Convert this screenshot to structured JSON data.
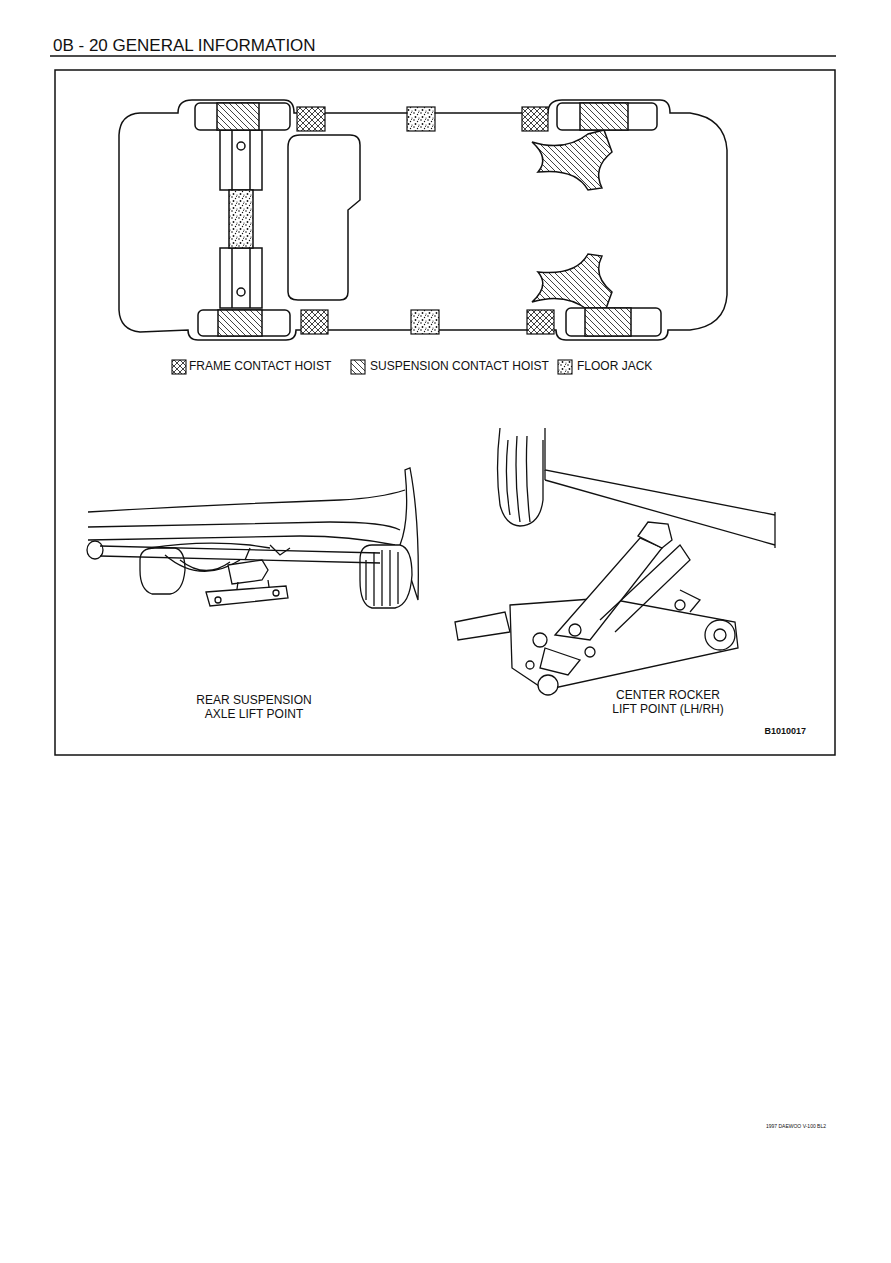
{
  "diagram": {
    "title": "0B - 20 GENERAL INFORMATION",
    "labels": [
      "REAR SUSPENSION AXLE LIFT POINT",
      "CENTER ROCKER LIFT POINT (LH/RH)",
      "B1010017",
      "1997 DAEWOO V-100 BL2"
    ],
    "legend": [
      {
        "text": "FRAME CONTACT HOIST"
      },
      {
        "text": "SUSPENSION CONTACT HOIST"
      },
      {
        "text": "FLOOR JACK"
      }
    ]
  }
}
